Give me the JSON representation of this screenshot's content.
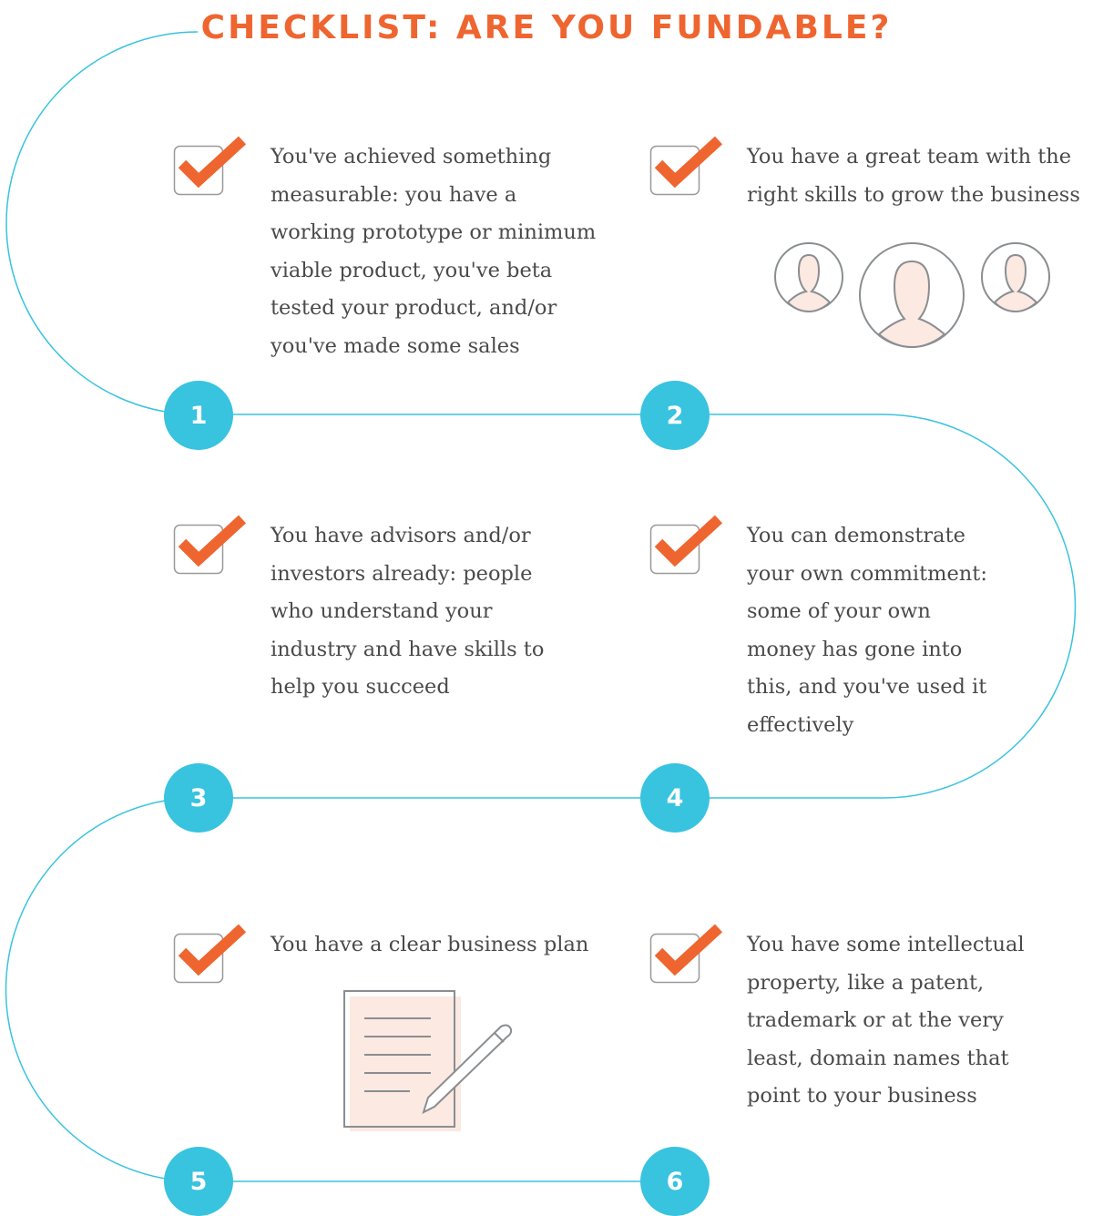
{
  "title": "CHECKLIST: ARE YOU FUNDABLE?",
  "colors": {
    "accent": "#ef6530",
    "line": "#38c3df",
    "icon_fill": "#fbe9e2",
    "icon_stroke": "#8a8e91"
  },
  "items": [
    {
      "number": "1",
      "checked": true,
      "text": "You've achieved something measurable: you have a working prototype or minimum viable product, you've beta tested your product, and/or you've made some sales"
    },
    {
      "number": "2",
      "checked": true,
      "text": "You have a great team with the right skills to grow the business",
      "icon": "team-avatars-icon"
    },
    {
      "number": "3",
      "checked": true,
      "text": "You have advisors and/or investors already: people who understand your industry and have skills to help you succeed"
    },
    {
      "number": "4",
      "checked": true,
      "text": "You can demonstrate your own commitment: some of your own money has gone into this, and you've used it effectively"
    },
    {
      "number": "5",
      "checked": true,
      "text": "You have a clear business plan",
      "icon": "document-pencil-icon"
    },
    {
      "number": "6",
      "checked": true,
      "text": "You have some intellectual property, like a patent, trademark or at the very least, domain names that point to your business"
    }
  ]
}
